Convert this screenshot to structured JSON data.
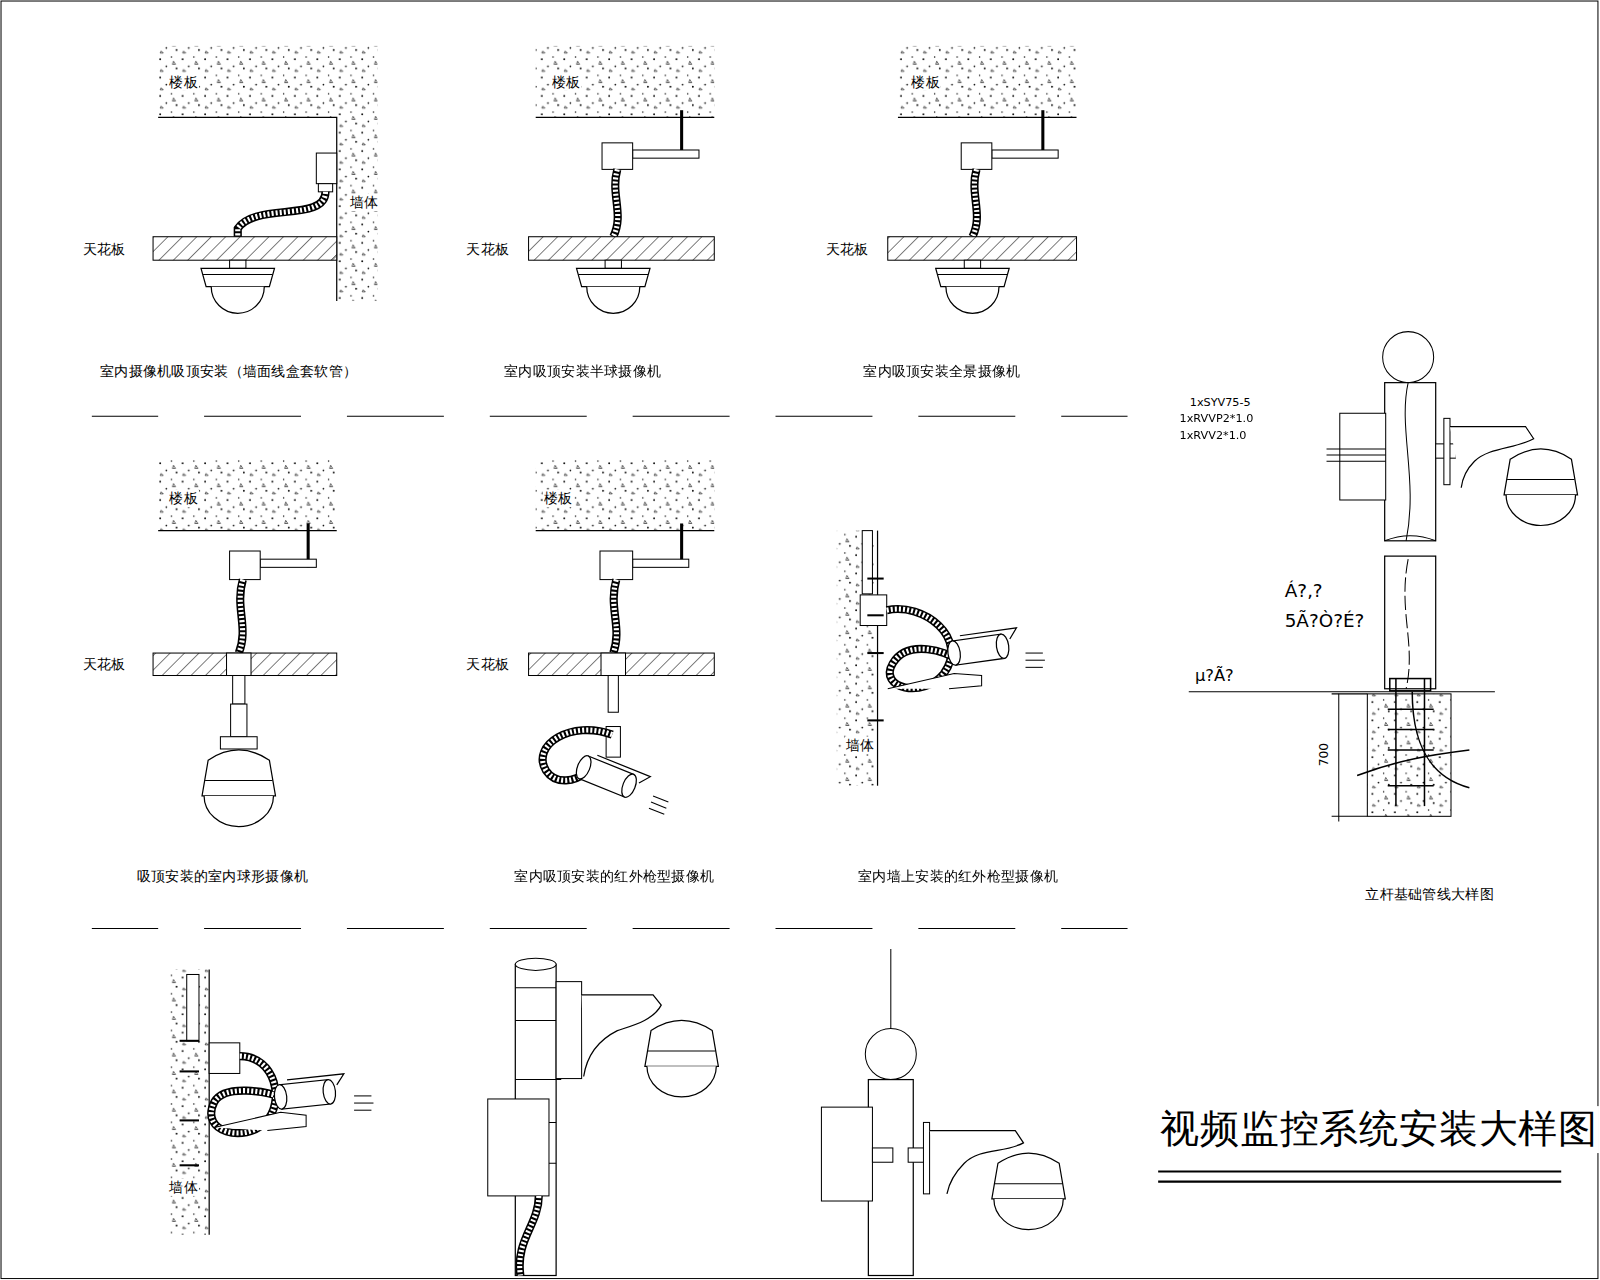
{
  "diagram": {
    "title": "视频监控系统安装大样图",
    "labels": [
      "楼板",
      "墙体",
      "天花板",
      "楼板",
      "天花板",
      "楼板",
      "天花板",
      "室内摄像机吸顶安装（墙面线盒套软管）",
      "室内吸顶安装半球摄像机",
      "室内吸顶安装全景摄像机",
      "1xSYV75-5",
      "1xRVVP2*1.0",
      "1xRVV2*1.0",
      "Á?‚?",
      "5Ã?Ò?É?",
      "µ?Ã?",
      "700",
      "楼板",
      "天花板",
      "楼板",
      "天花板",
      "墙体",
      "吸顶安装的室内球形摄像机",
      "室内吸顶安装的红外枪型摄像机",
      "室内墙上安装的红外枪型摄像机",
      "立杆基础管线大样图",
      "墙体"
    ]
  }
}
